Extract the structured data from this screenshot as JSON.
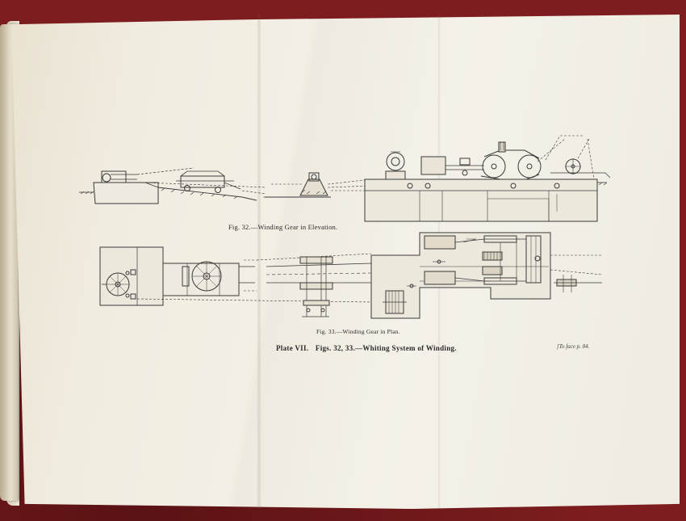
{
  "captions": {
    "fig32": "Fig. 32.—Winding Gear in Elevation.",
    "fig33": "Fig. 33.—Winding Gear in Plan."
  },
  "plate": {
    "number": "Plate VII.",
    "title": "Figs. 32, 33.—Whiting System of Winding."
  },
  "page_note": "[To face p. 84."
}
